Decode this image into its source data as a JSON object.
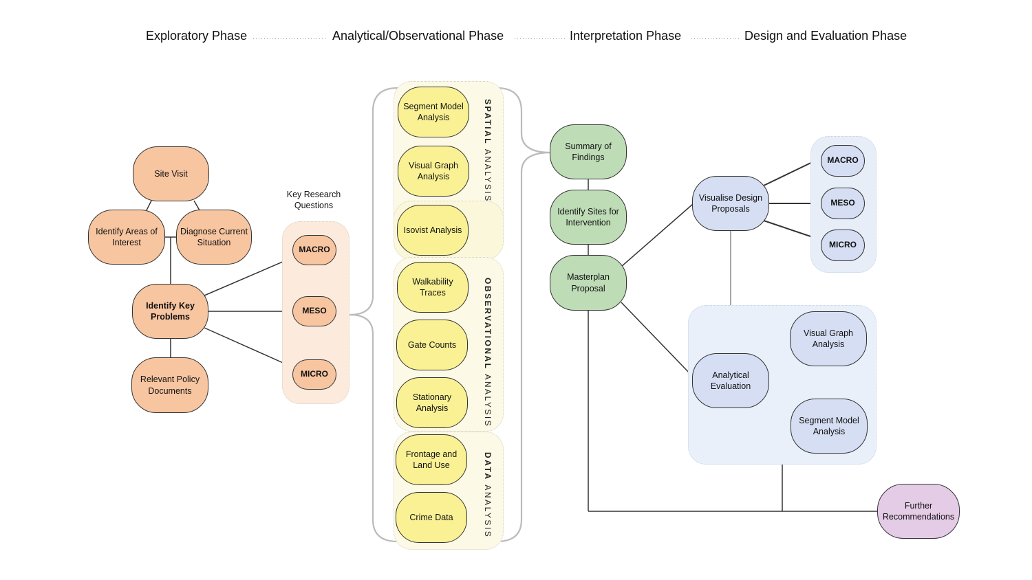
{
  "phases": [
    "Exploratory Phase",
    "Analytical/Observational Phase",
    "Interpretation Phase",
    "Design and Evaluation Phase"
  ],
  "colors": {
    "exploratory": "#f7c5a0",
    "analytical": "#faf194",
    "interpretation": "#bedcb6",
    "design": "#d6def3",
    "recommendations": "#e4cbe6"
  },
  "exploratory": {
    "site_visit": "Site Visit",
    "identify_areas": "Identify Areas of Interest",
    "diagnose": "Diagnose Current Situation",
    "identify_problems": "Identify Key Problems",
    "policy_documents": "Relevant Policy Documents",
    "krq_label": "Key Research Questions",
    "macro": "MACRO",
    "meso": "MESO",
    "micro": "MICRO"
  },
  "analysis": {
    "spatial": {
      "label_bold": "SPATIAL",
      "label_light": "ANALYSIS",
      "items": [
        "Segment Model Analysis",
        "Visual Graph Analysis",
        "Isovist Analysis"
      ]
    },
    "observational": {
      "label_bold": "OBSERVATIONAL",
      "label_light": "ANALYSIS",
      "items": [
        "Walkability Traces",
        "Gate Counts",
        "Stationary Analysis"
      ]
    },
    "data": {
      "label_bold": "DATA",
      "label_light": "ANALYSIS",
      "items": [
        "Frontage and Land Use",
        "Crime Data"
      ]
    }
  },
  "interpretation": {
    "summary": "Summary of Findings",
    "sites": "Identify Sites for Intervention",
    "masterplan": "Masterplan Proposal"
  },
  "design": {
    "visualise": "Visualise Design Proposals",
    "macro": "MACRO",
    "meso": "MESO",
    "micro": "MICRO",
    "analytical_evaluation": "Analytical Evaluation",
    "visual_graph": "Visual Graph Analysis",
    "segment_model": "Segment Model Analysis",
    "further": "Further Recommendations"
  }
}
